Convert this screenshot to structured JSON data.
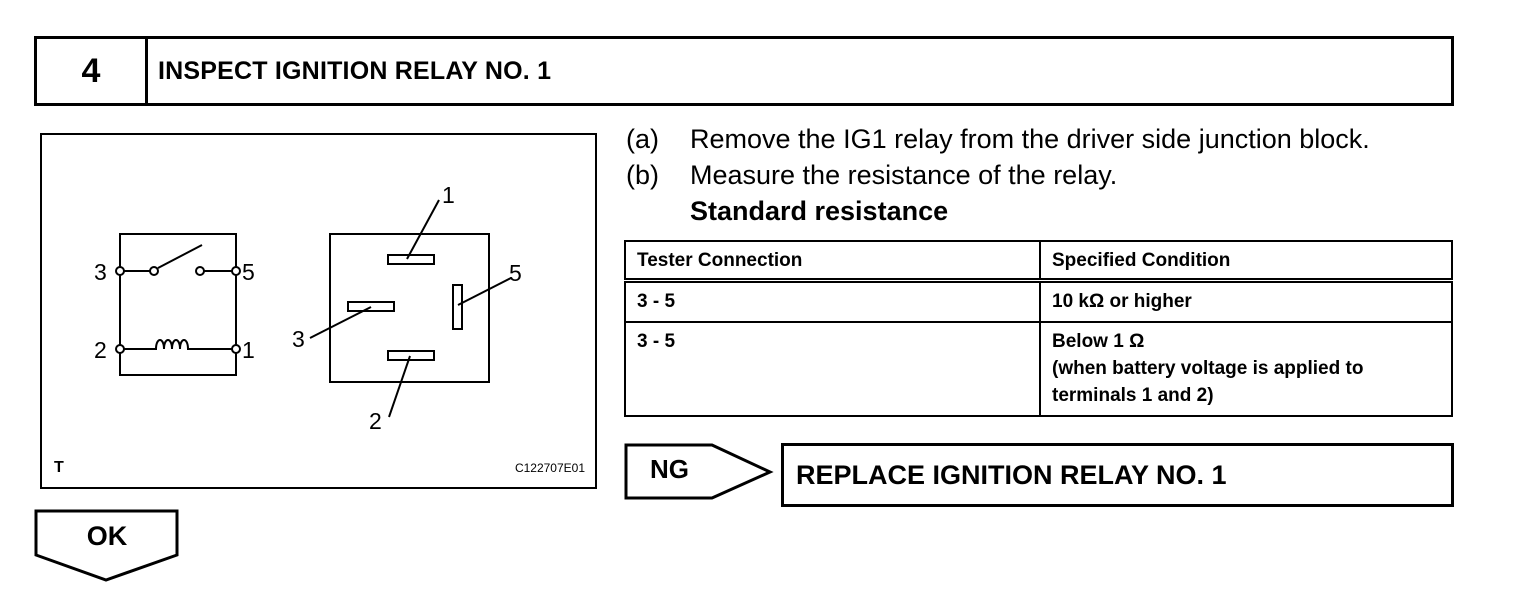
{
  "step": {
    "number": "4",
    "title": "INSPECT IGNITION RELAY NO. 1"
  },
  "figure": {
    "schematic_terminals": {
      "t3": "3",
      "t5": "5",
      "t2": "2",
      "t1": "1"
    },
    "connector_terminals": {
      "t1": "1",
      "t5": "5",
      "t3": "3",
      "t2": "2"
    },
    "corner_label": "T",
    "code": "C122707E01"
  },
  "instructions": [
    {
      "letter": "(a)",
      "text": "Remove the IG1 relay from the driver side junction block."
    },
    {
      "letter": "(b)",
      "text": "Measure the resistance of the relay."
    }
  ],
  "standard_heading": "Standard resistance",
  "table": {
    "headers": [
      "Tester Connection",
      "Specified Condition"
    ],
    "rows": [
      {
        "connection": "3 - 5",
        "condition_lines": [
          "10 kΩ or higher"
        ]
      },
      {
        "connection": "3 - 5",
        "condition_lines": [
          "Below 1 Ω",
          "(when battery voltage is applied to",
          "terminals 1 and 2)"
        ]
      }
    ]
  },
  "ng": {
    "label": "NG",
    "action": "REPLACE IGNITION RELAY NO. 1"
  },
  "ok": {
    "label": "OK"
  }
}
